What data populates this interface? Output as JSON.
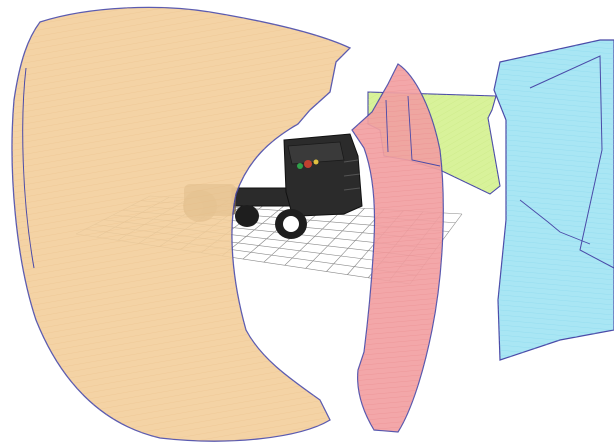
{
  "scene": {
    "background": "#ffffff",
    "outline_color": "#4a4aa8",
    "grid_color": "#8a8a8a",
    "regions": [
      {
        "name": "left-zone",
        "fill": "#f3cf9c"
      },
      {
        "name": "front-red-zone",
        "fill": "#f2a0a2"
      },
      {
        "name": "green-zone",
        "fill": "#d8f29a"
      },
      {
        "name": "cyan-zone",
        "fill": "#a9e6f4"
      }
    ],
    "truck": {
      "cab_color": "#2b2b2b",
      "wheel_color": "#1e1e1e",
      "rim_color": "#ffffff",
      "through_panel_tint": "#6e5a3c"
    }
  }
}
